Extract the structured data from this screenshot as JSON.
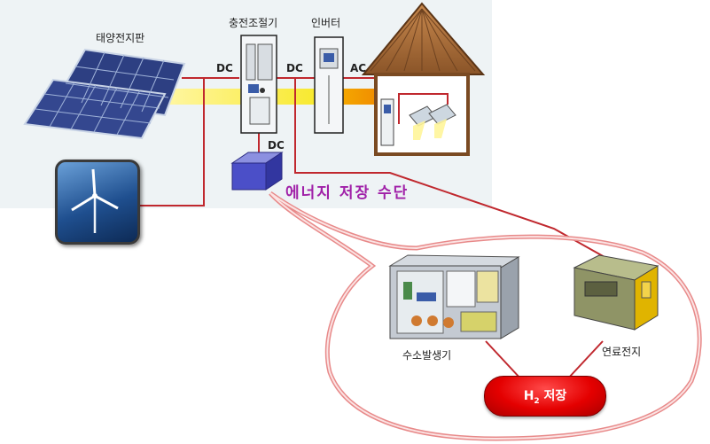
{
  "labels": {
    "solar_panel": "태양전지판",
    "charge_controller": "충전조절기",
    "inverter": "인버터",
    "dc_1": "DC",
    "dc_2": "DC",
    "dc_3": "DC",
    "ac": "AC",
    "energy_storage": "에너지 저장 수단",
    "hydrogen_generator": "수소발생기",
    "fuel_cell": "연료전지",
    "h2_main": "H",
    "h2_sub": "2",
    "h2_suffix": " 저장"
  },
  "colors": {
    "wire": "#c0282e",
    "energy_flow": "#f5e400",
    "energy_flow_ac": "#f08a00",
    "bubble_outline": "#e88a8a",
    "energy_text": "#a020a8",
    "h2_pill": "#e40000"
  }
}
